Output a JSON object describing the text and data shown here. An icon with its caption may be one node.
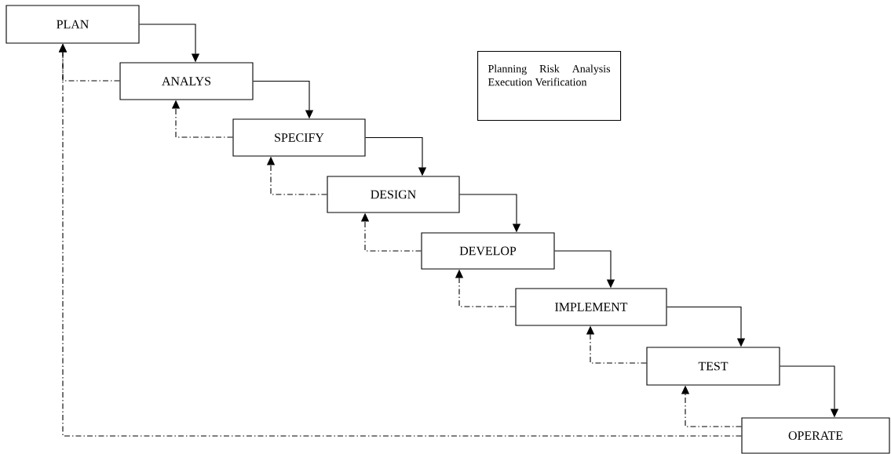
{
  "diagram": {
    "nodes": [
      {
        "text": [
          "PLAN"
        ]
      },
      {
        "text": [
          "ANALYS"
        ]
      },
      {
        "text": [
          "SPECIFY"
        ]
      },
      {
        "text": [
          "DESIGN"
        ]
      },
      {
        "text": [
          "DEVELOP"
        ]
      },
      {
        "text": [
          "IMPLEMENT"
        ]
      },
      {
        "text": [
          "TEST"
        ]
      },
      {
        "text": [
          "OPERATE"
        ]
      },
      {
        "text": [
          "Planning Risk Analysis Execution Verification"
        ]
      }
    ],
    "edges": [
      {
        "from": 0,
        "to": 1,
        "arrow": "to"
      },
      {
        "from": 1,
        "to": 2,
        "arrow": "to"
      },
      {
        "from": 2,
        "to": 3,
        "arrow": "to"
      },
      {
        "from": 3,
        "to": 4,
        "arrow": "to"
      },
      {
        "from": 4,
        "to": 5,
        "arrow": "to"
      },
      {
        "from": 5,
        "to": 6,
        "arrow": "to"
      },
      {
        "from": 6,
        "to": 7,
        "arrow": "to"
      },
      {
        "from": 1,
        "to": 0,
        "arrow": "to",
        "style": "dashed"
      },
      {
        "from": 2,
        "to": 1,
        "arrow": "to",
        "style": "dashed"
      },
      {
        "from": 3,
        "to": 2,
        "arrow": "to",
        "style": "dashed"
      },
      {
        "from": 4,
        "to": 3,
        "arrow": "to",
        "style": "dashed"
      },
      {
        "from": 5,
        "to": 4,
        "arrow": "to",
        "style": "dashed"
      },
      {
        "from": 6,
        "to": 5,
        "arrow": "to",
        "style": "dashed"
      },
      {
        "from": 7,
        "to": 6,
        "arrow": "to",
        "style": "dashed"
      },
      {
        "from": 7,
        "to": 0,
        "arrow": "to",
        "style": "dashed"
      }
    ]
  }
}
